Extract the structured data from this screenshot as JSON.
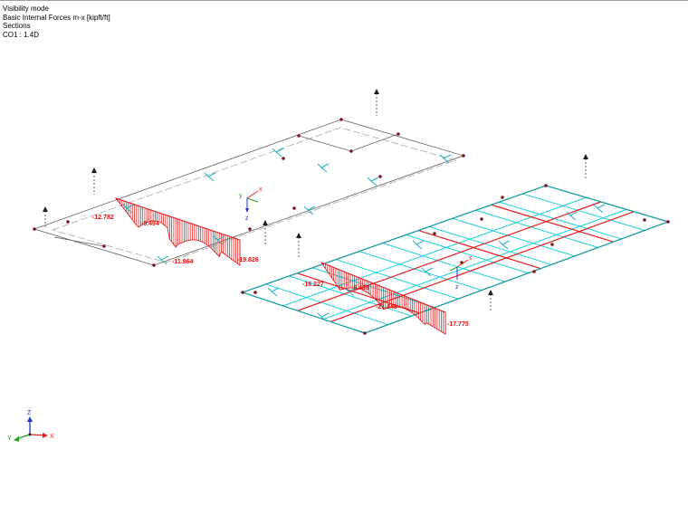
{
  "info": {
    "line1": "Visibility mode",
    "line2": "Basic Internal Forces m-x [kipft/ft]",
    "line3": "Sections",
    "line4": "CO1 : 1.4D"
  },
  "colors": {
    "force": "#e01010",
    "section": "#e02020",
    "mesh_line": "#1fd0e0",
    "slab_selected": "#1a9aa0",
    "slab_edge": "#606060",
    "node": "#7a1a1a",
    "local_axes": "#20b0c0"
  },
  "axes_global": {
    "x": "X",
    "y": "Y",
    "z": "Z"
  },
  "axes_local": {
    "x": "x",
    "y": "y",
    "z": "z"
  },
  "results": {
    "slab_left": [
      "-12.782",
      "-8.494",
      "-11.964",
      "-19.826"
    ],
    "slab_right": [
      "-16.227",
      "-8.468",
      "-21.448",
      "-17.775"
    ]
  }
}
